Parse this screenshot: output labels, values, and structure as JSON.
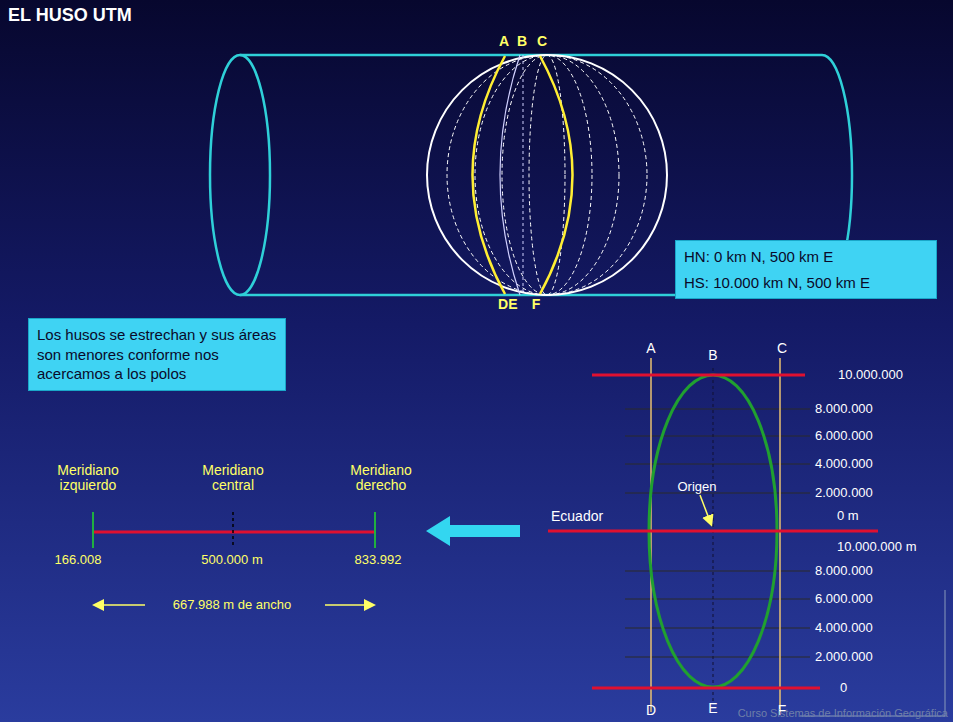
{
  "diagram": {
    "title": "EL HUSO UTM",
    "nodes": [
      {
        "text": [
          "HN: 0 km N, 500 km E",
          "HS: 10.000 km N, 500 km E"
        ]
      },
      {
        "text": [
          "Los husos se estrechan y sus áreas son menores conforme nos acercamos a los polos"
        ]
      }
    ],
    "labels": [
      "A",
      "B",
      "C",
      "D",
      "E",
      "F",
      "Meridiano izquierdo",
      "Meridiano central",
      "Meridiano derecho",
      "166.008",
      "500.000 m",
      "833.992",
      "667.988 m de ancho",
      "A",
      "B",
      "C",
      "D",
      "E",
      "F",
      "10.000.000",
      "8.000.000",
      "6.000.000",
      "4.000.000",
      "2.000.000",
      "0 m",
      "10.000.000 m",
      "8.000.000",
      "6.000.000",
      "4.000.000",
      "2.000.000",
      "0",
      "Ecuador",
      "Origen",
      "Curso Sistemas de Información Geográfica"
    ]
  }
}
